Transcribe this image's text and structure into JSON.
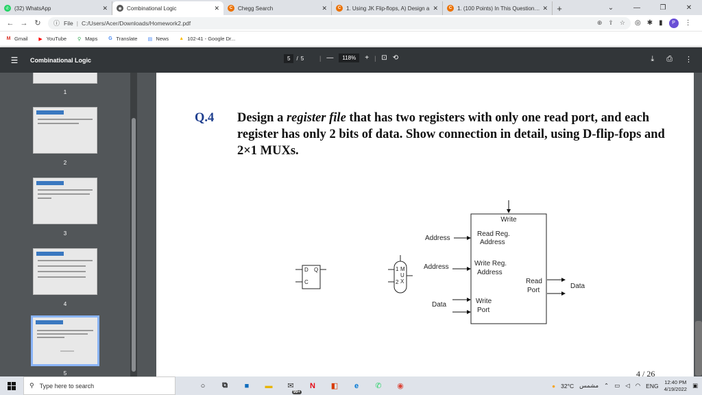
{
  "browser": {
    "tabs": [
      {
        "title": "(32) WhatsApp",
        "color": "#25d366",
        "glyph": "✆"
      },
      {
        "title": "Combinational Logic",
        "color": "#555555",
        "glyph": "◉"
      },
      {
        "title": "Chegg Search",
        "color": "#eb7100",
        "glyph": "C"
      },
      {
        "title": "1. Using JK Flip-flops, A) Design a",
        "color": "#eb7100",
        "glyph": "C"
      },
      {
        "title": "1. (100 Points) In This Question, Y",
        "color": "#eb7100",
        "glyph": "C"
      }
    ],
    "new_tab": "+",
    "address": {
      "scheme_label": "File",
      "url": "C:/Users/Acer/Downloads/Homework2.pdf"
    },
    "profile_initial": "P",
    "bookmarks": [
      {
        "label": "Gmail",
        "glyph": "M",
        "color": "#d93025"
      },
      {
        "label": "YouTube",
        "glyph": "▶",
        "color": "#ff0000"
      },
      {
        "label": "Maps",
        "glyph": "⚲",
        "color": "#34a853"
      },
      {
        "label": "Translate",
        "glyph": "G",
        "color": "#4285f4"
      },
      {
        "label": "News",
        "glyph": "▤",
        "color": "#4285f4"
      },
      {
        "label": "102-41 - Google Dr...",
        "glyph": "▲",
        "color": "#fbbc04"
      }
    ]
  },
  "pdf_viewer": {
    "doc_title": "Combinational Logic",
    "current_page": "5",
    "page_sep": "/",
    "total_pages": "5",
    "zoom": "118%",
    "zoom_minus": "—",
    "zoom_plus": "+",
    "thumbnail_pages": [
      "1",
      "2",
      "3",
      "4",
      "5"
    ],
    "page_counter": "4 / 26"
  },
  "document": {
    "question_number": "Q.4",
    "question_pre": "Design a ",
    "question_em": "register file",
    "question_post": " that has two registers with only one read port, and each register has only 2 bits of data. Show connection in detail, using D-flip-fops and 2×1 MUXs.",
    "diagram": {
      "flipflop": {
        "d": "D",
        "q": "Q",
        "c": "C"
      },
      "mux": {
        "in1": "1",
        "in2": "2",
        "letters": [
          "M",
          "U",
          "X"
        ]
      },
      "regfile": {
        "write": "Write",
        "read_reg_address": [
          "Read Reg.",
          "Address"
        ],
        "write_reg_address": [
          "Write Reg.",
          "Address"
        ],
        "write_port": [
          "Write",
          "Port"
        ],
        "read_port": [
          "Read",
          "Port"
        ],
        "address1": "Address",
        "address2": "Address",
        "data_in": "Data",
        "data_out": "Data"
      }
    }
  },
  "taskbar": {
    "search_placeholder": "Type here to search",
    "badge": "99+",
    "weather": "32°C",
    "weather_desc": "مشمس",
    "lang": "ENG",
    "time": "12:40 PM",
    "date": "4/19/2022"
  }
}
